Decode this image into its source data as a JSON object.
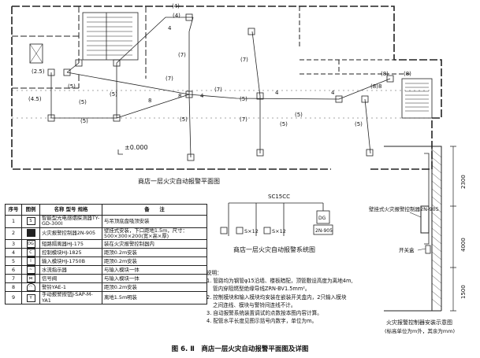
{
  "floor_plan": {
    "caption": "商店一层火灾自动报警平面图",
    "elevation": "±0.000",
    "cable_counts": [
      "(4)",
      "4",
      "(2.5)",
      "(7)",
      "(7)",
      "(7)",
      "(7)",
      "(7)",
      "(4.5)",
      "(5)",
      "(5)",
      "(5)",
      "(5)",
      "(5)",
      "(5)",
      "(5)",
      "4",
      "4",
      "4",
      "8",
      "8",
      "8",
      "(8)",
      "(8)",
      "(8)",
      "(5)",
      "(5)",
      "(4)"
    ]
  },
  "system_diagram": {
    "caption": "商店一层火灾自动报警系统图",
    "top_label": "SC15CC",
    "items": [
      "S×12",
      "S×12",
      "DG"
    ],
    "model": "2N-905"
  },
  "install_diagram": {
    "panel_label": "壁挂式火灾报警控制器2N-905",
    "switch_box": "开关盒",
    "dim_2300": "2300",
    "dim_4000": "4000",
    "dim_1500": "1500",
    "caption": "火灾报警控制器安装示意图",
    "subcaption": "(标高单位为m外，其余为mm)"
  },
  "legend": {
    "headers": [
      "序号",
      "图例",
      "名称 型号 规格",
      "备　　注"
    ],
    "rows": [
      {
        "no": "1",
        "sym": "S",
        "name": "智能型光电感烟探测器TY-GD-300I",
        "note": "与吊顶底盘吸顶安装"
      },
      {
        "no": "2",
        "sym": "",
        "name": "火灾报警控制器2N-905",
        "note": "壁挂式安装，下口距地1.5m，尺寸：500×300×200(宽×高×厚)"
      },
      {
        "no": "3",
        "sym": "DG",
        "name": "短路隔离器HJ-175",
        "note": "装在火灾报警控制器内"
      },
      {
        "no": "4",
        "sym": "C",
        "name": "控制模块HJ-1825",
        "note": "距顶0.2m安装"
      },
      {
        "no": "5",
        "sym": "I",
        "name": "输入模块HJ-1750B",
        "note": "距顶0.2m安装"
      },
      {
        "no": "6",
        "sym": "",
        "name": "水流指示器",
        "note": "与输入模块一体"
      },
      {
        "no": "7",
        "sym": "",
        "name": "信号阀",
        "note": "与输入模块一体"
      },
      {
        "no": "8",
        "sym": "",
        "name": "警铃YAE-1",
        "note": "距顶0.2m安装"
      },
      {
        "no": "9",
        "sym": "Y",
        "name": "手动报警按钮J-SAP-M-YA1",
        "note": "离地1.5m明装"
      }
    ]
  },
  "notes": {
    "title": "说明：",
    "lines": [
      "1. 管路均为钢管φ15沿墙、楼板暗配，顶管敷设高度为离地4m,",
      "管内穿阻燃型绝缘导线ZRN-BV1.5mm²。",
      "2. 控制模块和输入模块均安装在嵌装开关盒内，2只输入模块",
      "之间连线、模块与警铃间连线不计。",
      "3. 自动报警系统装置调试的点数按本图内容计算。",
      "4. 配管水平长度见图示括号内数字，单位为m。"
    ]
  },
  "figure_title": "图 6. Ⅱ　商店一层火灾自动报警平面图及详图"
}
